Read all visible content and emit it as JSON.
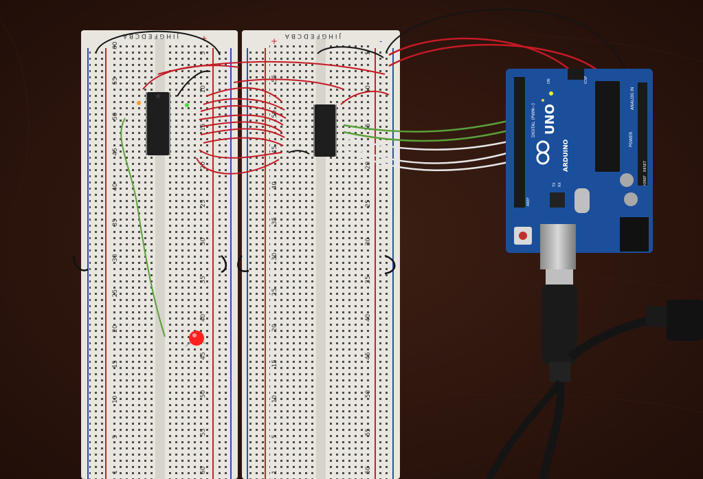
{
  "photo": {
    "breadboard_left": {
      "row_numbers": [
        "60",
        "55",
        "50",
        "45",
        "40",
        "35",
        "30",
        "25",
        "20",
        "15",
        "10",
        "5",
        "1"
      ],
      "row_numbers_right": [
        "5",
        "10",
        "15",
        "20",
        "25",
        "30",
        "35",
        "40",
        "45",
        "50",
        "55",
        "60"
      ],
      "column_letters_top": "J I H G F E D C B A",
      "rail_marks": [
        "+",
        "-"
      ]
    },
    "breadboard_right": {
      "row_numbers": [
        "55",
        "50",
        "45",
        "40",
        "35",
        "30",
        "25",
        "20",
        "15",
        "10",
        "5",
        "1"
      ],
      "row_numbers_right": [
        "5",
        "10",
        "15",
        "20",
        "25",
        "30",
        "35",
        "40",
        "45",
        "50",
        "55",
        "60"
      ],
      "column_letters_top": "J I H G F E D C B A",
      "rail_marks": [
        "+",
        "-"
      ]
    },
    "arduino": {
      "brand": "ARDUINO",
      "model": "UNO",
      "header_labels": {
        "digital": "DIGITAL (PWM~)",
        "power": "POWER",
        "analog": "ANALOG IN",
        "aref": "AREF",
        "reset": "RESET",
        "ioref": "IOREF",
        "tx": "TX",
        "rx": "RX",
        "on": "ON",
        "icsp": "ICSP"
      }
    },
    "colors": {
      "table": "#2a140d",
      "breadboard": "#e8e6df",
      "rail_red": "#c8202a",
      "rail_blue": "#2a4fb0",
      "arduino_blue": "#1b4f9c",
      "wire_red": "#c41a25",
      "wire_green": "#5aa03a",
      "wire_white": "#e6e6e6",
      "wire_black": "#1a1a1a",
      "led": "#ff2020",
      "chip": "#1e1e1e"
    }
  }
}
